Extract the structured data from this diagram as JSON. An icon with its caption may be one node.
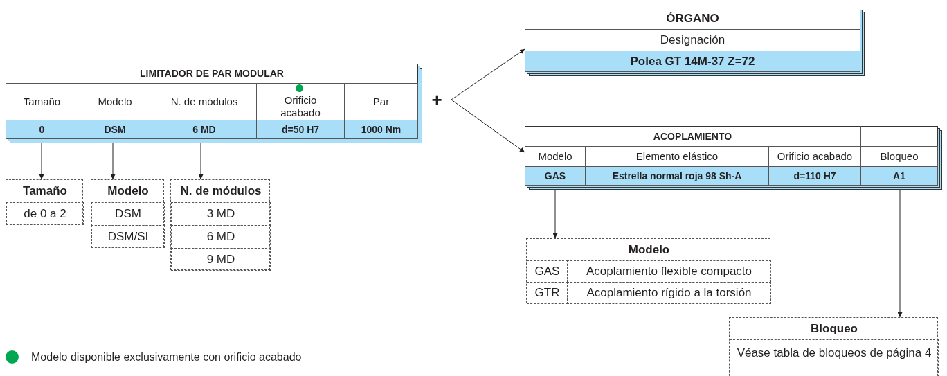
{
  "diagram": {
    "nodes": [
      {
        "text": [
          "LIMITADOR DE PAR MODULAR"
        ]
      },
      {
        "text": [
          "Tamaño"
        ],
        "in": 0
      },
      {
        "text": [
          "Modelo"
        ],
        "in": 0
      },
      {
        "text": [
          "N. de módulos"
        ],
        "in": 0
      },
      {
        "text": [
          "Orificio acabado"
        ],
        "in": 0
      },
      {
        "text": [
          "Par"
        ],
        "in": 0
      },
      {
        "text": [
          "0"
        ],
        "in": 0
      },
      {
        "text": [
          "DSM"
        ],
        "in": 0
      },
      {
        "text": [
          "6 MD"
        ],
        "in": 0
      },
      {
        "text": [
          "d=50 H7"
        ],
        "in": 0
      },
      {
        "text": [
          "1000 Nm"
        ],
        "in": 0
      },
      {
        "text": [
          "+"
        ]
      },
      {
        "text": [
          "ÓRGANO"
        ]
      },
      {
        "text": [
          "Designación"
        ],
        "in": 12
      },
      {
        "text": [
          "Polea GT 14M-37 Z=72"
        ],
        "in": 12
      },
      {
        "text": [
          "ACOPLAMIENTO"
        ]
      },
      {
        "text": [
          "Modelo"
        ],
        "in": 15
      },
      {
        "text": [
          "Elemento elástico"
        ],
        "in": 15
      },
      {
        "text": [
          "Orificio acabado"
        ],
        "in": 15
      },
      {
        "text": [
          "Bloqueo"
        ],
        "in": 15
      },
      {
        "text": [
          "GAS"
        ],
        "in": 15
      },
      {
        "text": [
          "Estrella normal roja 98 Sh-A"
        ],
        "in": 15
      },
      {
        "text": [
          "d=110 H7"
        ],
        "in": 15
      },
      {
        "text": [
          "A1"
        ],
        "in": 15
      },
      {
        "text": [
          "Tamaño"
        ]
      },
      {
        "text": [
          "de 0 a 2"
        ],
        "in": 24
      },
      {
        "text": [
          "Modelo"
        ]
      },
      {
        "text": [
          "DSM"
        ],
        "in": 26
      },
      {
        "text": [
          "DSM/SI"
        ],
        "in": 26
      },
      {
        "text": [
          "N. de módulos"
        ]
      },
      {
        "text": [
          "3 MD"
        ],
        "in": 29
      },
      {
        "text": [
          "6 MD"
        ],
        "in": 29
      },
      {
        "text": [
          "9 MD"
        ],
        "in": 29
      },
      {
        "text": [
          "Modelo"
        ]
      },
      {
        "text": [
          "GAS"
        ],
        "in": 33
      },
      {
        "text": [
          "Acoplamiento flexible compacto"
        ],
        "in": 33
      },
      {
        "text": [
          "GTR"
        ],
        "in": 33
      },
      {
        "text": [
          "Acoplamiento rígido a la torsión"
        ],
        "in": 33
      },
      {
        "text": [
          "Bloqueo"
        ]
      },
      {
        "text": [
          "Véase tabla de bloqueos de página 4"
        ],
        "in": 38
      }
    ],
    "edges": [
      {
        "from": 6,
        "to": 24,
        "arrow": "to"
      },
      {
        "from": 7,
        "to": 26,
        "arrow": "to"
      },
      {
        "from": 8,
        "to": 29,
        "arrow": "to"
      },
      {
        "from": 11,
        "to": 12,
        "arrow": "to"
      },
      {
        "from": 11,
        "to": 15,
        "arrow": "to"
      },
      {
        "from": 20,
        "to": 33,
        "arrow": "to"
      },
      {
        "from": 23,
        "to": 38,
        "arrow": "to"
      }
    ],
    "legend": [
      {
        "text": "Modelo disponible exclusivamente con orificio acabado",
        "color": "#00a651"
      }
    ]
  }
}
